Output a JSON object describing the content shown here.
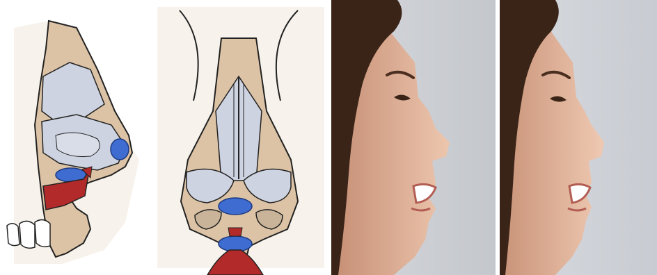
{
  "figure": {
    "panels": [
      {
        "id": "lateral-illustration",
        "kind": "illustration"
      },
      {
        "id": "basal-illustration",
        "kind": "illustration"
      },
      {
        "id": "profile-photo-before",
        "kind": "photograph"
      },
      {
        "id": "profile-photo-after",
        "kind": "photograph"
      }
    ],
    "colors": {
      "skin": "#dcc3a6",
      "cartilage": "#cdd3e0",
      "marker": "#3f6cd0",
      "muscle": "#b32a2a",
      "background_photo": "#c9ccd2",
      "hair": "#3a2418",
      "skin_photo": "#e3b8a0"
    }
  }
}
